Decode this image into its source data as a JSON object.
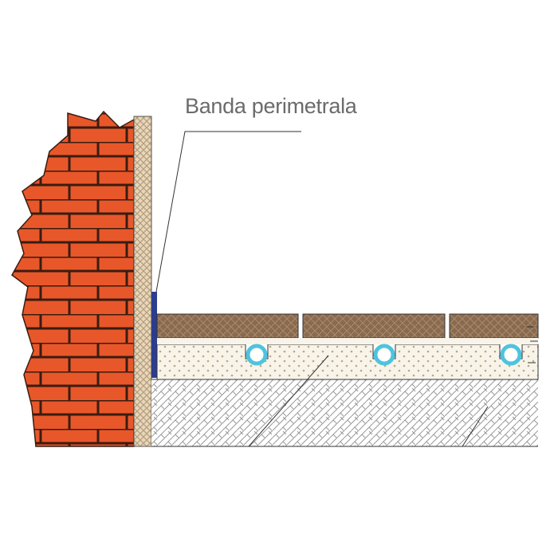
{
  "annotation": {
    "label": "Banda perimetrala"
  },
  "colors": {
    "brick": "#e8572a",
    "mortar": "#3a1c10",
    "insulation": "#d8c6a8",
    "perimeter_band": "#2b3d8f",
    "tiles": "#8a6a4f",
    "screed": "#f6f1e6",
    "pipe": "#4fc3dd",
    "concrete_hatch": "#9a9a9a"
  },
  "diagram": {
    "components": [
      "brick-wall",
      "wall-insulation",
      "perimeter-band",
      "floor-tiles",
      "screed-layer",
      "heating-pipes",
      "concrete-slab"
    ],
    "pipe_count": 3,
    "tile_count": 3
  }
}
